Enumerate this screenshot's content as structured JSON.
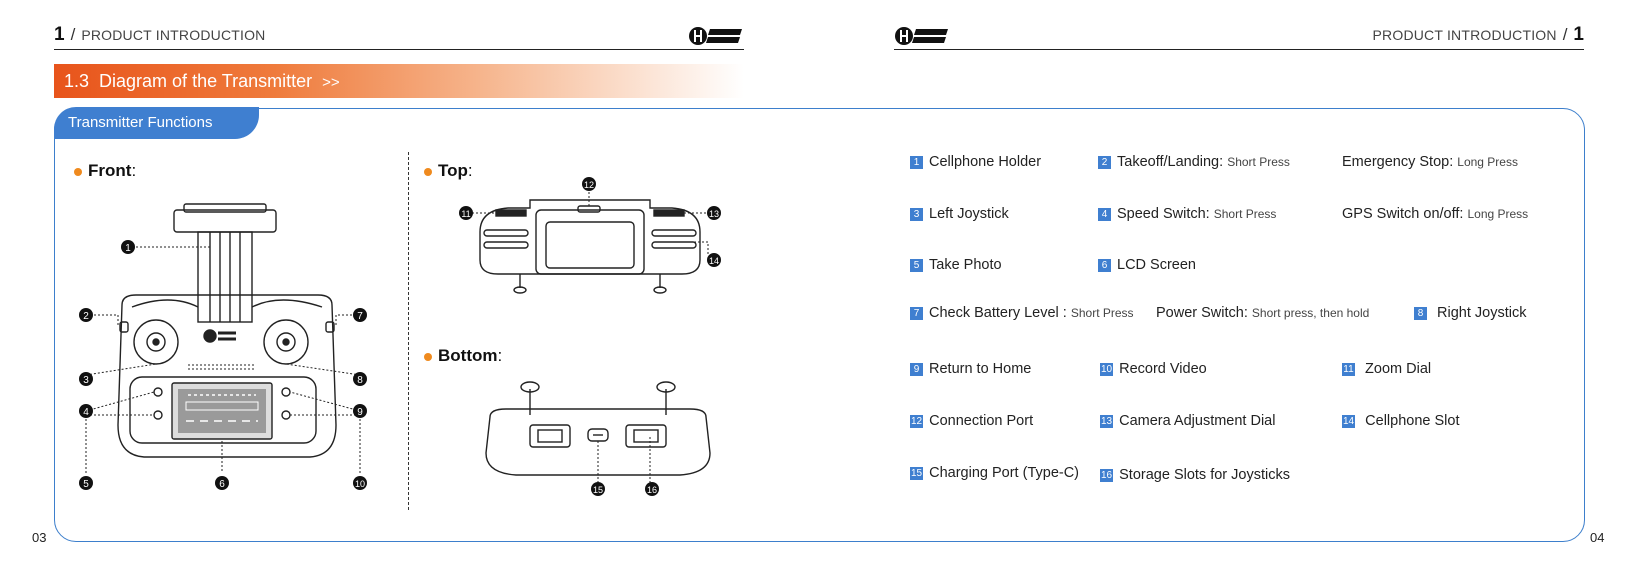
{
  "header_left": {
    "page_marker": "1",
    "slash": "/",
    "title": "PRODUCT INTRODUCTION"
  },
  "header_right": {
    "title": "PRODUCT INTRODUCTION",
    "slash": "/",
    "page_marker": "1"
  },
  "section": {
    "number": "1.3",
    "title": "Diagram of the Transmitter",
    "arrows": ">>"
  },
  "panel_tab": "Transmitter Functions",
  "labels": {
    "front": "Front",
    "top": "Top",
    "bottom": "Bottom",
    "colon": ":"
  },
  "callouts": [
    "1",
    "2",
    "3",
    "4",
    "5",
    "6",
    "7",
    "8",
    "9",
    "10",
    "11",
    "12",
    "13",
    "14",
    "15",
    "16"
  ],
  "functions": [
    {
      "num": "1",
      "label": "Cellphone Holder"
    },
    {
      "num": "2",
      "label": "Takeoff/Landing:",
      "note": "Short Press"
    },
    {
      "label": "Emergency Stop:",
      "note": "Long Press"
    },
    {
      "num": "3",
      "label": "Left Joystick"
    },
    {
      "num": "4",
      "label": "Speed Switch:",
      "note": "Short Press"
    },
    {
      "label": "GPS Switch on/off:",
      "note": "Long Press"
    },
    {
      "num": "5",
      "label": "Take Photo"
    },
    {
      "num": "6",
      "label": "LCD Screen"
    },
    {
      "num": "7",
      "label": "Check Battery Level :",
      "note": "Short Press"
    },
    {
      "label": "Power Switch:",
      "note": "Short press, then hold"
    },
    {
      "num": "8",
      "label": "Right Joystick"
    },
    {
      "num": "9",
      "label": "Return to Home"
    },
    {
      "num": "10",
      "label": "Record Video"
    },
    {
      "num": "11",
      "label": "Zoom Dial"
    },
    {
      "num": "12",
      "label": "Connection Port"
    },
    {
      "num": "13",
      "label": "Camera Adjustment Dial"
    },
    {
      "num": "14",
      "label": "Cellphone Slot"
    },
    {
      "num": "15",
      "label": "Charging Port (Type-C)"
    },
    {
      "num": "16",
      "label": "Storage Slots for Joysticks"
    }
  ],
  "page_numbers": {
    "left": "03",
    "right": "04"
  },
  "colors": {
    "accent_orange": "#e8541b",
    "accent_blue": "#3f7fd0",
    "bullet": "#ef8a1e"
  }
}
